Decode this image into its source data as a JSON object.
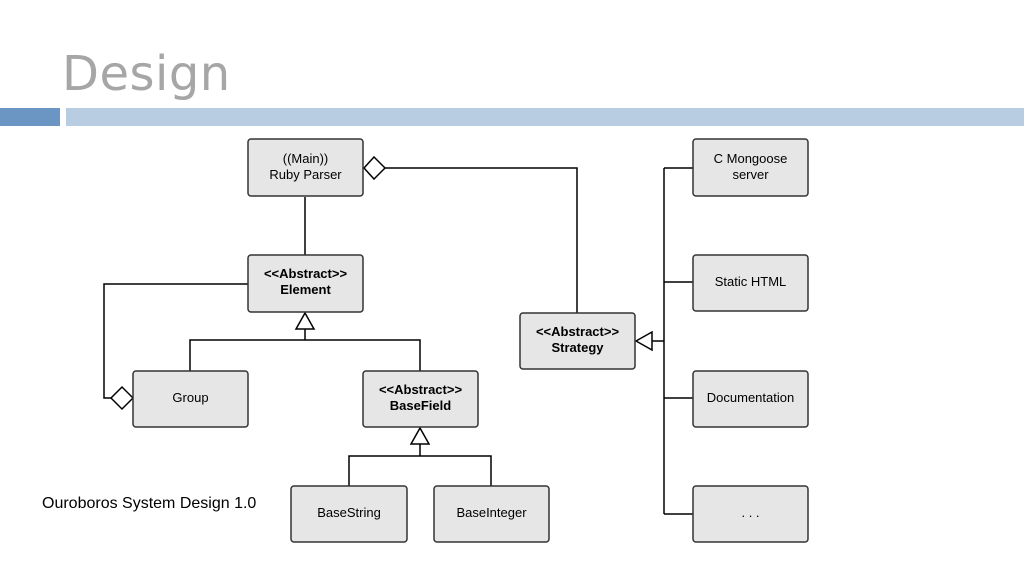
{
  "slide": {
    "title": "Design",
    "caption": "Ouroboros System Design 1.0"
  },
  "colors": {
    "title": "#a6a6a6",
    "accent_bar": "#6b96c3",
    "header_bar": "#b8cde1",
    "box_fill": "#e6e6e6"
  },
  "diagram": {
    "ruby_parser": {
      "line1": "((Main))",
      "line2": "Ruby Parser"
    },
    "element": {
      "line1": "<<Abstract>>",
      "line2": "Element"
    },
    "group": {
      "line1": "Group"
    },
    "base_field": {
      "line1": "<<Abstract>>",
      "line2": "BaseField"
    },
    "base_string": {
      "line1": "BaseString"
    },
    "base_integer": {
      "line1": "BaseInteger"
    },
    "strategy": {
      "line1": "<<Abstract>>",
      "line2": "Strategy"
    },
    "c_mongoose": {
      "line1": "C Mongoose",
      "line2": "server"
    },
    "static_html": {
      "line1": "Static HTML"
    },
    "documentation": {
      "line1": "Documentation"
    },
    "more": {
      "line1": ". . ."
    }
  }
}
